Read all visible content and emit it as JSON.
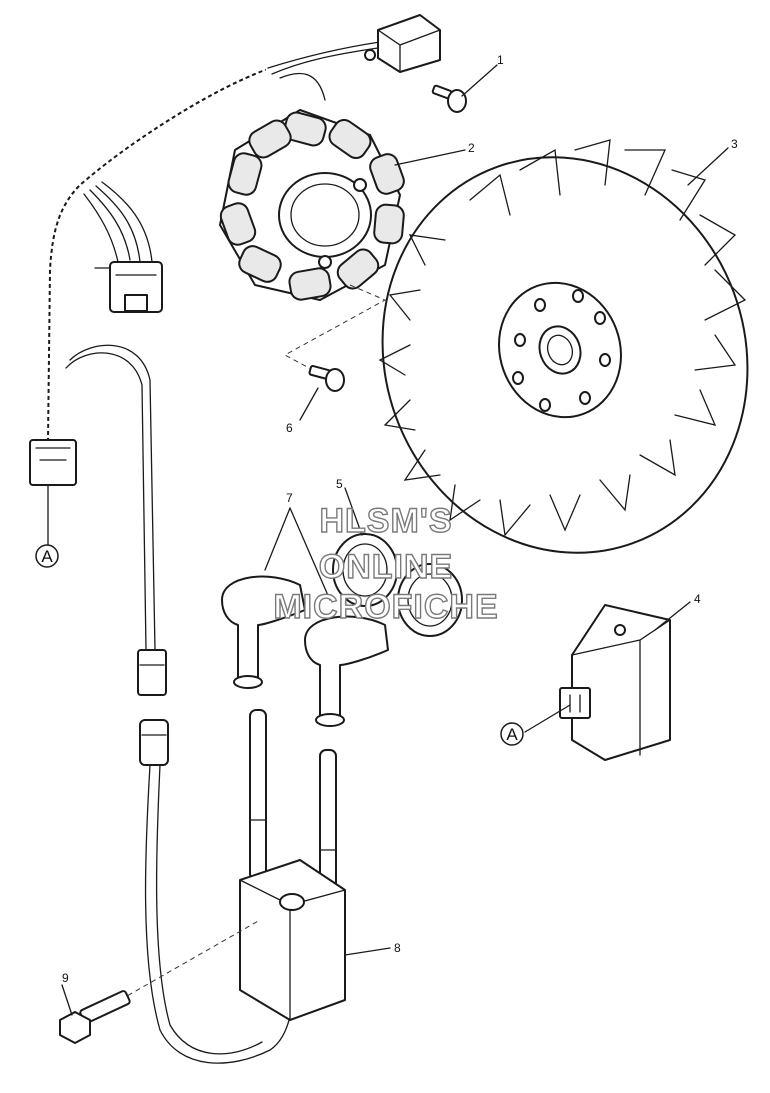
{
  "parts": [
    {
      "number": "1",
      "icon": "screw-icon"
    },
    {
      "number": "2",
      "icon": "stator-coil-icon"
    },
    {
      "number": "3",
      "icon": "flywheel-icon"
    },
    {
      "number": "4",
      "icon": "cdi-module-icon"
    },
    {
      "number": "5",
      "icon": "spark-plug-icon"
    },
    {
      "number": "6",
      "icon": "screw-icon"
    },
    {
      "number": "7",
      "icon": "spark-plug-cap-icon"
    },
    {
      "number": "8",
      "icon": "ignition-coil-icon"
    },
    {
      "number": "9",
      "icon": "bolt-icon"
    }
  ],
  "connector_callouts": [
    "A",
    "A"
  ],
  "watermark": [
    "HLSM'S",
    "ONLINE",
    "MICROFICHE"
  ]
}
